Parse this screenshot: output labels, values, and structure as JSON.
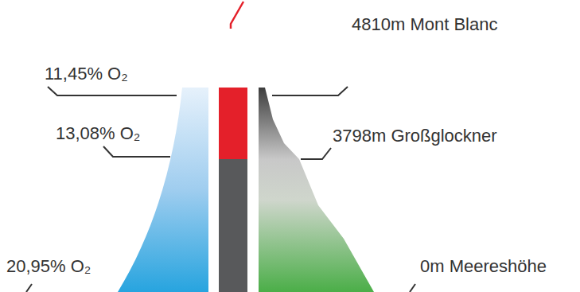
{
  "diagram": {
    "labels": [
      "11,45% O₂",
      "13,08% O₂",
      "20,95% O₂",
      "4810m Mont Blanc",
      "3798m Großglockner",
      "0m Meereshöhe"
    ]
  }
}
